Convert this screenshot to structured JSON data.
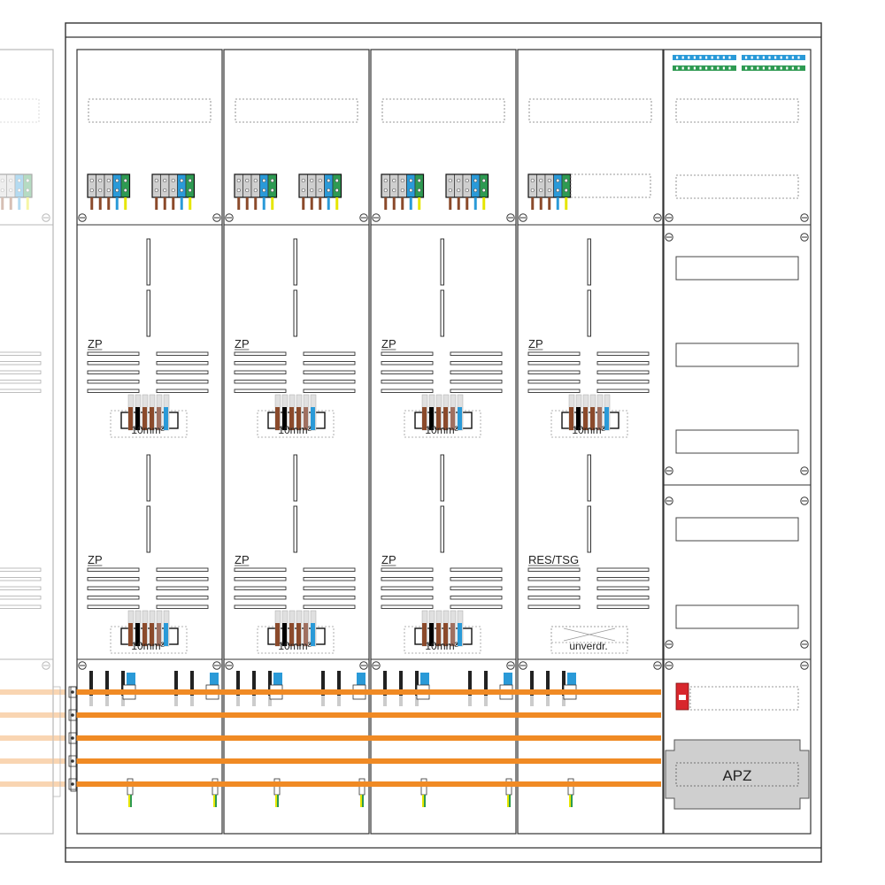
{
  "meter_columns": [
    {
      "upper_label": "ZP",
      "upper_terminal": "10mm²",
      "lower_label": "ZP",
      "lower_terminal": "10mm²"
    },
    {
      "upper_label": "ZP",
      "upper_terminal": "10mm²",
      "lower_label": "ZP",
      "lower_terminal": "10mm²"
    },
    {
      "upper_label": "ZP",
      "upper_terminal": "10mm²",
      "lower_label": "ZP",
      "lower_terminal": "10mm²"
    },
    {
      "upper_label": "ZP",
      "upper_terminal": "10mm²",
      "lower_label": "RES/TSG",
      "lower_terminal": "unverdr."
    }
  ],
  "distribution_column": {
    "apz_label": "APZ"
  },
  "ghost_column": {},
  "colors": {
    "frame": "#333333",
    "busbar": "#f08a24",
    "brown": "#8b4a2b",
    "blue": "#2a9ad8",
    "green": "#2e9a52",
    "yellow": "#e6e600",
    "grey": "#cfcfcf",
    "red": "#d8262c",
    "apz_fill": "#cfcfcf"
  }
}
